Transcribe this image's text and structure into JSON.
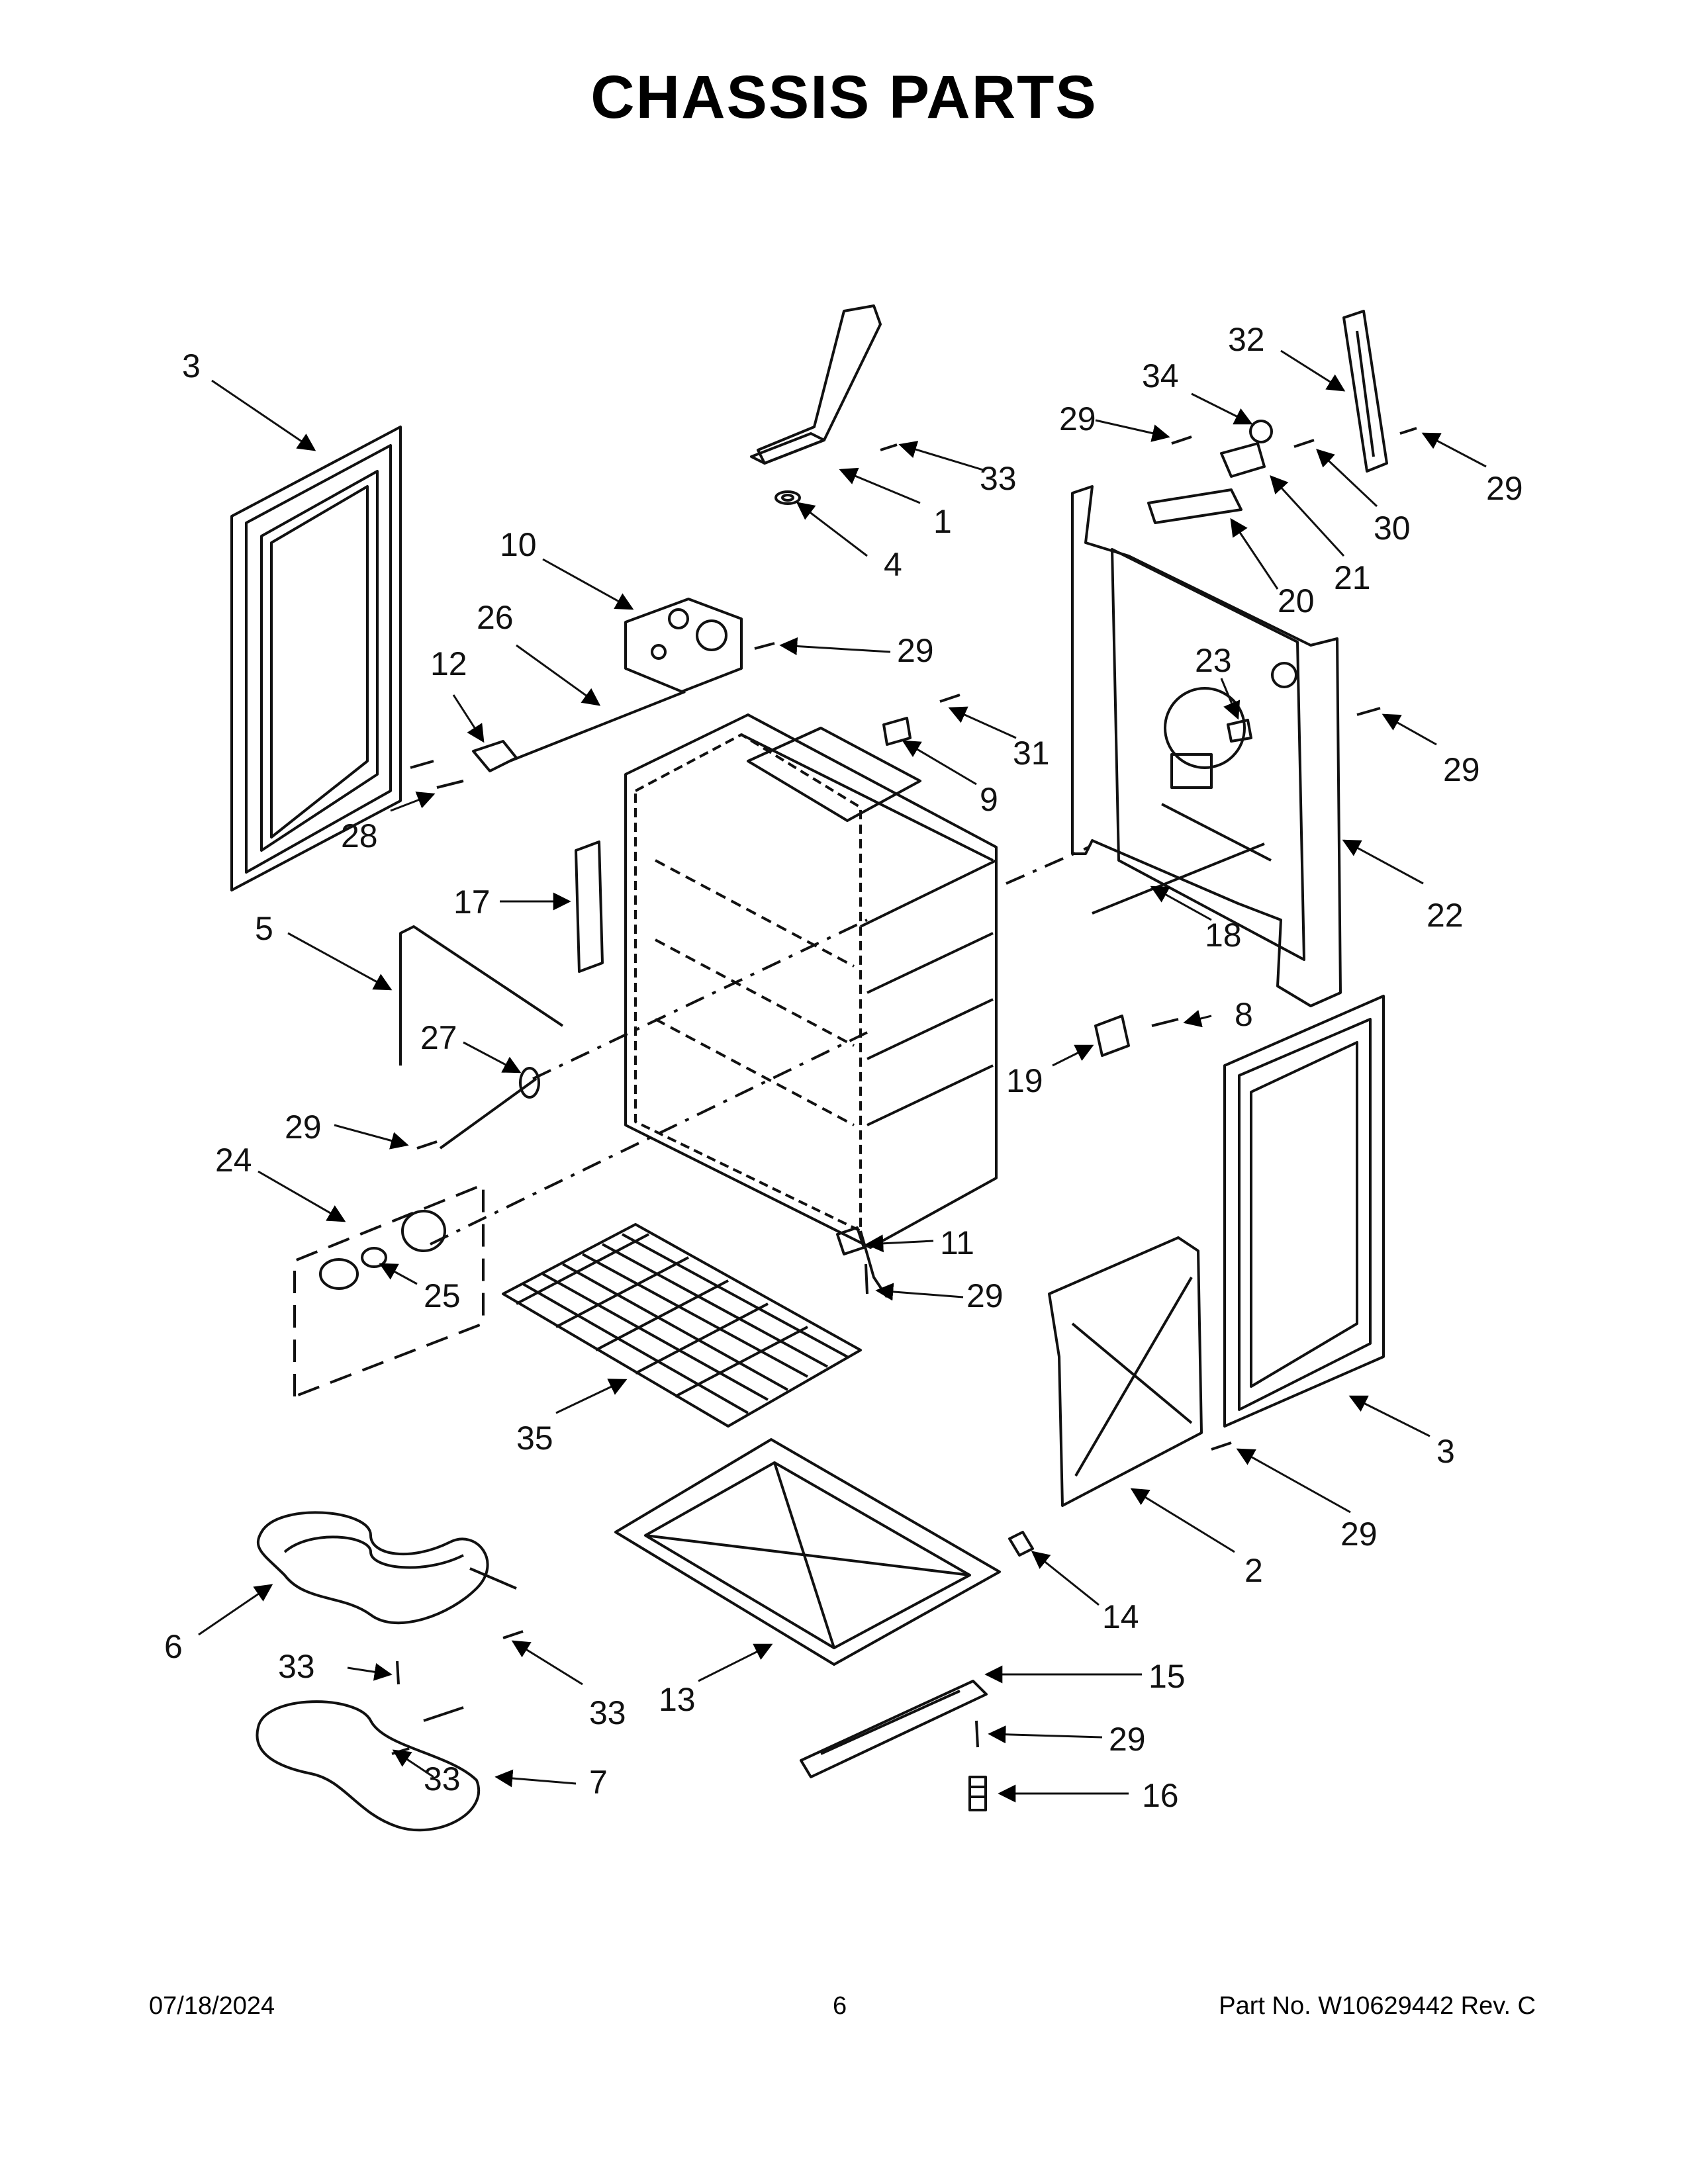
{
  "title": "CHASSIS PARTS",
  "footer": {
    "date": "07/18/2024",
    "page": "6",
    "part_number": "Part No.  W10629442  Rev.  C"
  },
  "callouts": [
    {
      "id": "c3a",
      "text": "3"
    },
    {
      "id": "c1",
      "text": "1"
    },
    {
      "id": "c4",
      "text": "4"
    },
    {
      "id": "c33a",
      "text": "33"
    },
    {
      "id": "c10",
      "text": "10"
    },
    {
      "id": "c29a",
      "text": "29"
    },
    {
      "id": "c26",
      "text": "26"
    },
    {
      "id": "c12",
      "text": "12"
    },
    {
      "id": "c28",
      "text": "28"
    },
    {
      "id": "c31",
      "text": "31"
    },
    {
      "id": "c9",
      "text": "9"
    },
    {
      "id": "c32",
      "text": "32"
    },
    {
      "id": "c34",
      "text": "34"
    },
    {
      "id": "c29b",
      "text": "29"
    },
    {
      "id": "c29c",
      "text": "29"
    },
    {
      "id": "c30",
      "text": "30"
    },
    {
      "id": "c21",
      "text": "21"
    },
    {
      "id": "c20",
      "text": "20"
    },
    {
      "id": "c23",
      "text": "23"
    },
    {
      "id": "c29d",
      "text": "29"
    },
    {
      "id": "c22",
      "text": "22"
    },
    {
      "id": "c18",
      "text": "18"
    },
    {
      "id": "c17",
      "text": "17"
    },
    {
      "id": "c5",
      "text": "5"
    },
    {
      "id": "c27",
      "text": "27"
    },
    {
      "id": "c29e",
      "text": "29"
    },
    {
      "id": "c24",
      "text": "24"
    },
    {
      "id": "c25",
      "text": "25"
    },
    {
      "id": "c8",
      "text": "8"
    },
    {
      "id": "c19",
      "text": "19"
    },
    {
      "id": "c11",
      "text": "11"
    },
    {
      "id": "c29f",
      "text": "29"
    },
    {
      "id": "c35",
      "text": "35"
    },
    {
      "id": "c3b",
      "text": "3"
    },
    {
      "id": "c29g",
      "text": "29"
    },
    {
      "id": "c2",
      "text": "2"
    },
    {
      "id": "c14",
      "text": "14"
    },
    {
      "id": "c6",
      "text": "6"
    },
    {
      "id": "c33b",
      "text": "33"
    },
    {
      "id": "c33c",
      "text": "33"
    },
    {
      "id": "c13",
      "text": "13"
    },
    {
      "id": "c15",
      "text": "15"
    },
    {
      "id": "c29h",
      "text": "29"
    },
    {
      "id": "c16",
      "text": "16"
    },
    {
      "id": "c33d",
      "text": "33"
    },
    {
      "id": "c7",
      "text": "7"
    }
  ]
}
